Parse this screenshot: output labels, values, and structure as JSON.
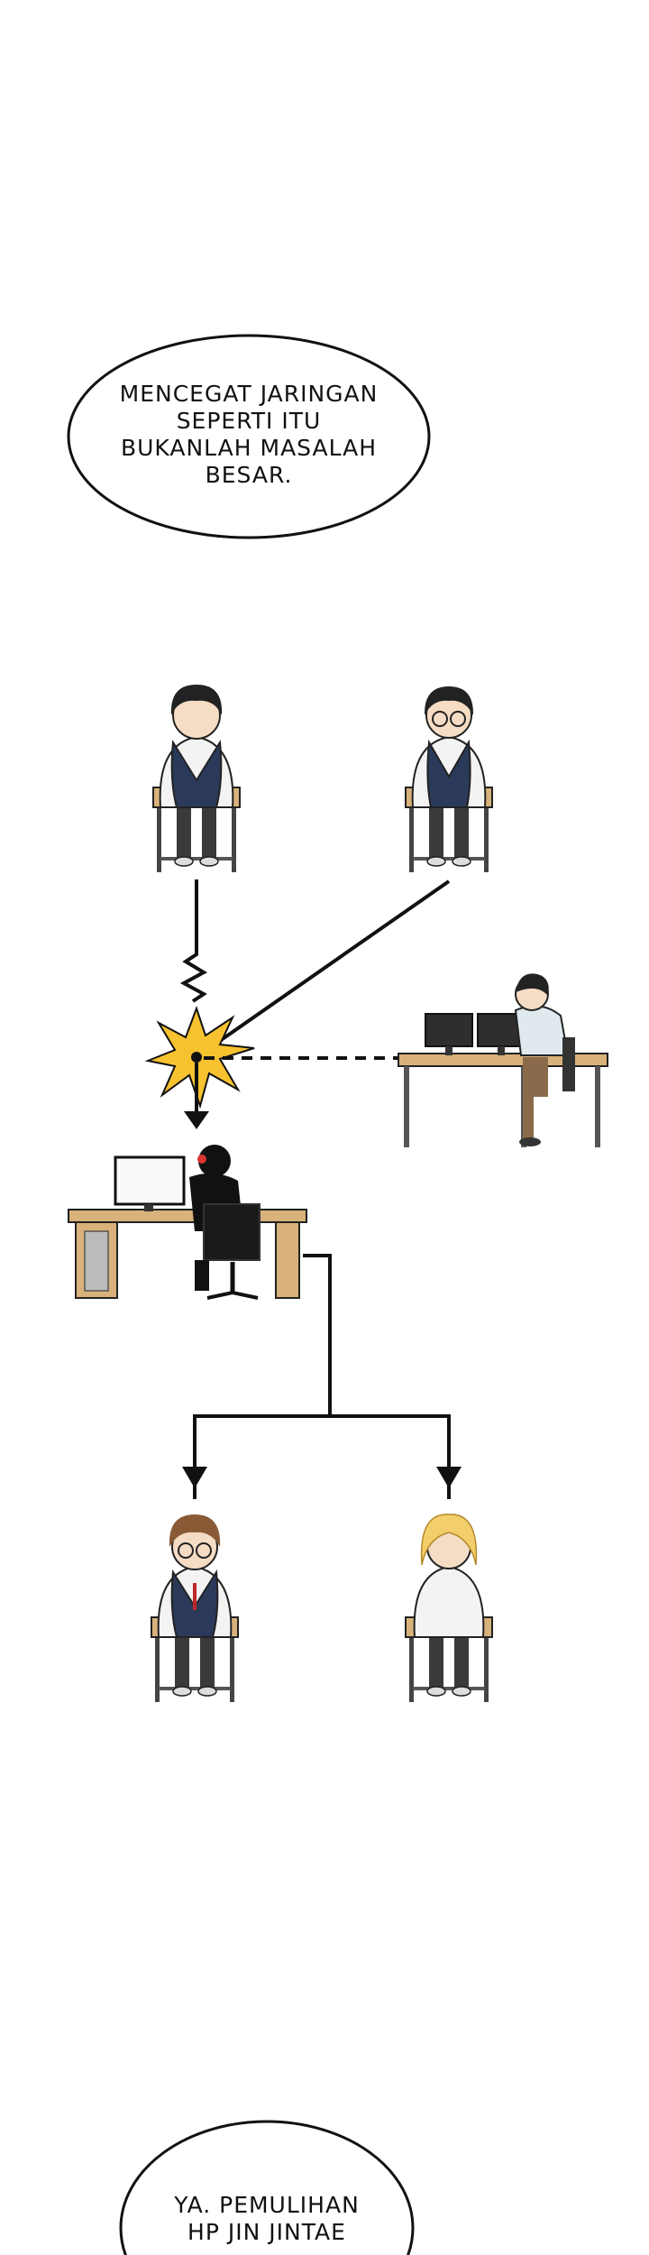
{
  "bubbles": {
    "top": {
      "lines": [
        "MENCEGAT JARINGAN",
        "SEPERTI ITU",
        "BUKANLAH  MASALAH",
        "BESAR."
      ]
    },
    "bottom": {
      "lines": [
        "YA. PEMULIHAN",
        "HP JIN JINTAE"
      ]
    }
  },
  "characters": {
    "top_left_student": "student-dark-hair",
    "top_right_student": "student-glasses",
    "hacker_figure": "hooded-silhouette-at-computer",
    "observer": "student-at-dual-monitor",
    "bottom_left_student": "student-brown-hair-glasses",
    "bottom_right_student": "student-blonde-hair"
  },
  "colors": {
    "line": "#111111",
    "burst": "#f7c230",
    "desk_wood": "#d8b27a",
    "shirt": "#f3f3f3",
    "vest": "#2b3a5a"
  }
}
